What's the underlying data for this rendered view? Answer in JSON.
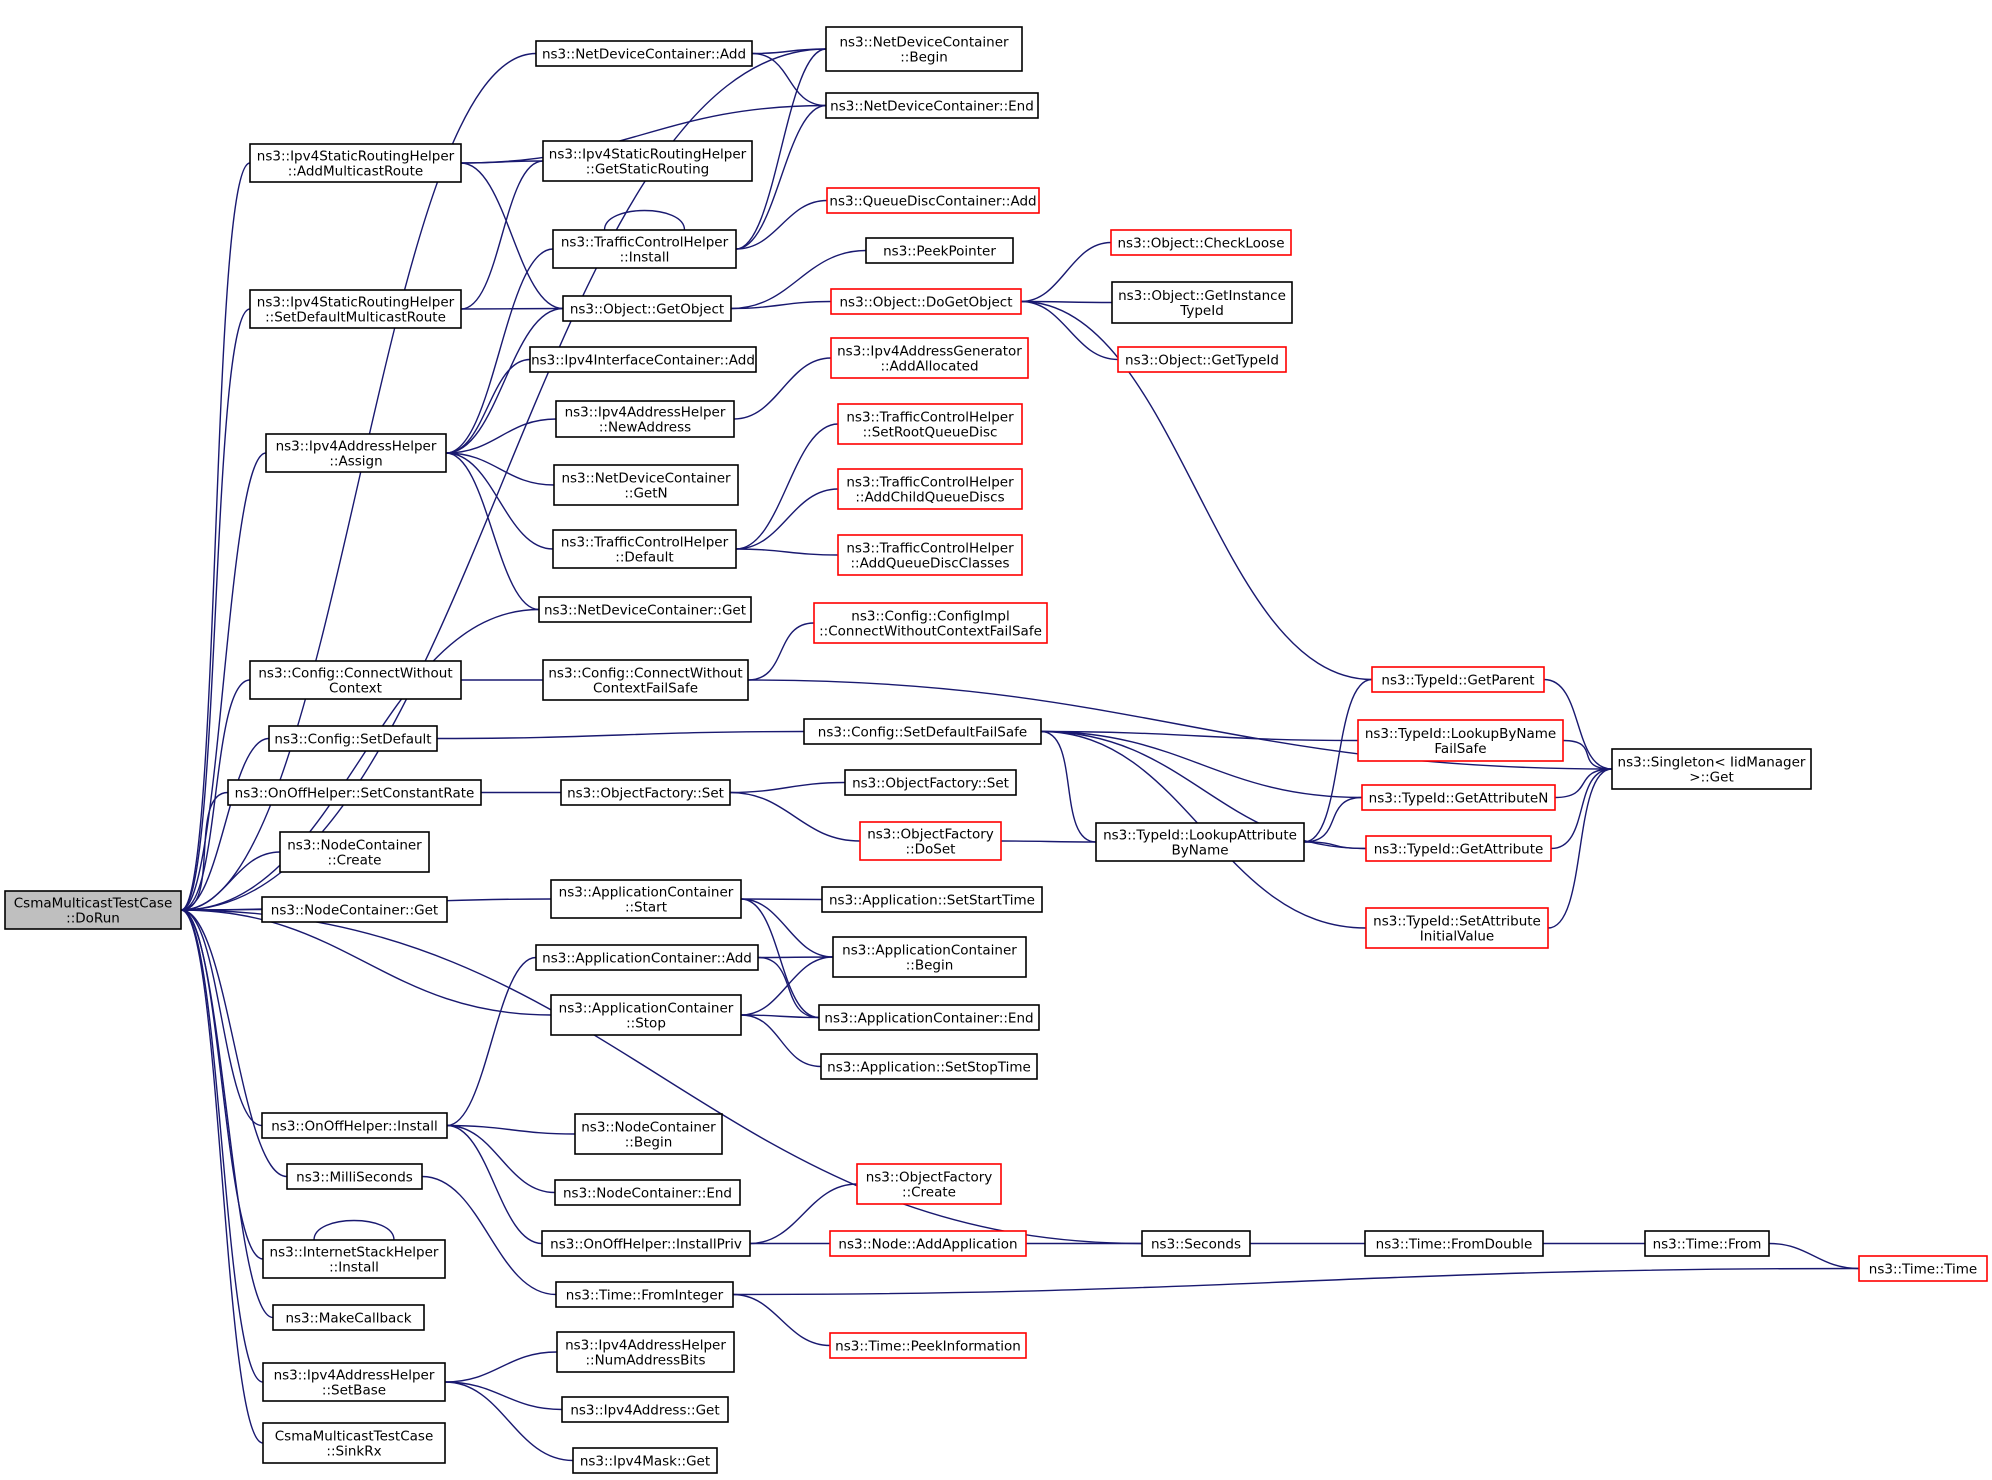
{
  "nodes": {
    "root": {
      "lines": [
        "CsmaMulticastTestCase",
        "::DoRun"
      ],
      "color": "root"
    },
    "ndcAdd": {
      "lines": [
        "ns3::NetDeviceContainer::Add"
      ],
      "color": "black"
    },
    "ndcBegin": {
      "lines": [
        "ns3::NetDeviceContainer",
        "::Begin"
      ],
      "color": "black"
    },
    "ndcEnd": {
      "lines": [
        "ns3::NetDeviceContainer::End"
      ],
      "color": "black"
    },
    "addMcRoute": {
      "lines": [
        "ns3::Ipv4StaticRoutingHelper",
        "::AddMulticastRoute"
      ],
      "color": "black"
    },
    "getStaticRouting": {
      "lines": [
        "ns3::Ipv4StaticRoutingHelper",
        "::GetStaticRouting"
      ],
      "color": "black"
    },
    "qdcAdd": {
      "lines": [
        "ns3::QueueDiscContainer::Add"
      ],
      "color": "red"
    },
    "tchInstall": {
      "lines": [
        "ns3::TrafficControlHelper",
        "::Install"
      ],
      "color": "black"
    },
    "peekPointer": {
      "lines": [
        "ns3::PeekPointer"
      ],
      "color": "black"
    },
    "checkLoose": {
      "lines": [
        "ns3::Object::CheckLoose"
      ],
      "color": "red"
    },
    "setDefMcRoute": {
      "lines": [
        "ns3::Ipv4StaticRoutingHelper",
        "::SetDefaultMulticastRoute"
      ],
      "color": "black"
    },
    "getObject": {
      "lines": [
        "ns3::Object::GetObject"
      ],
      "color": "black"
    },
    "doGetObject": {
      "lines": [
        "ns3::Object::DoGetObject"
      ],
      "color": "red"
    },
    "getInstanceTypeId": {
      "lines": [
        "ns3::Object::GetInstance",
        "TypeId"
      ],
      "color": "black"
    },
    "getTypeId": {
      "lines": [
        "ns3::Object::GetTypeId"
      ],
      "color": "red"
    },
    "ipv4IfcAdd": {
      "lines": [
        "ns3::Ipv4InterfaceContainer::Add"
      ],
      "color": "black"
    },
    "addrGenAlloc": {
      "lines": [
        "ns3::Ipv4AddressGenerator",
        "::AddAllocated"
      ],
      "color": "red"
    },
    "newAddress": {
      "lines": [
        "ns3::Ipv4AddressHelper",
        "::NewAddress"
      ],
      "color": "black"
    },
    "assign": {
      "lines": [
        "ns3::Ipv4AddressHelper",
        "::Assign"
      ],
      "color": "black"
    },
    "setRootQD": {
      "lines": [
        "ns3::TrafficControlHelper",
        "::SetRootQueueDisc"
      ],
      "color": "red"
    },
    "ndcGetN": {
      "lines": [
        "ns3::NetDeviceContainer",
        "::GetN"
      ],
      "color": "black"
    },
    "addChildQD": {
      "lines": [
        "ns3::TrafficControlHelper",
        "::AddChildQueueDiscs"
      ],
      "color": "red"
    },
    "tchDefault": {
      "lines": [
        "ns3::TrafficControlHelper",
        "::Default"
      ],
      "color": "black"
    },
    "addQDClasses": {
      "lines": [
        "ns3::TrafficControlHelper",
        "::AddQueueDiscClasses"
      ],
      "color": "red"
    },
    "ndcGet": {
      "lines": [
        "ns3::NetDeviceContainer::Get"
      ],
      "color": "black"
    },
    "connWOCtxFS_impl": {
      "lines": [
        "ns3::Config::ConfigImpl",
        "::ConnectWithoutContextFailSafe"
      ],
      "color": "red"
    },
    "connWOCtx": {
      "lines": [
        "ns3::Config::ConnectWithout",
        "Context"
      ],
      "color": "black"
    },
    "connWOCtxFS": {
      "lines": [
        "ns3::Config::ConnectWithout",
        "ContextFailSafe"
      ],
      "color": "black"
    },
    "getParent": {
      "lines": [
        "ns3::TypeId::GetParent"
      ],
      "color": "red"
    },
    "setDefault": {
      "lines": [
        "ns3::Config::SetDefault"
      ],
      "color": "black"
    },
    "setDefaultFS": {
      "lines": [
        "ns3::Config::SetDefaultFailSafe"
      ],
      "color": "black"
    },
    "lookupByNameFS": {
      "lines": [
        "ns3::TypeId::LookupByName",
        "FailSafe"
      ],
      "color": "red"
    },
    "singletonGet": {
      "lines": [
        "ns3::Singleton< IidManager",
        " >::Get"
      ],
      "color": "black"
    },
    "setConstRate": {
      "lines": [
        "ns3::OnOffHelper::SetConstantRate"
      ],
      "color": "black"
    },
    "ofSet": {
      "lines": [
        "ns3::ObjectFactory::Set"
      ],
      "color": "black"
    },
    "ofSet2": {
      "lines": [
        "ns3::ObjectFactory::Set"
      ],
      "color": "black"
    },
    "getAttributeN": {
      "lines": [
        "ns3::TypeId::GetAttributeN"
      ],
      "color": "red"
    },
    "ncCreate": {
      "lines": [
        "ns3::NodeContainer",
        "::Create"
      ],
      "color": "black"
    },
    "ofDoSet": {
      "lines": [
        "ns3::ObjectFactory",
        "::DoSet"
      ],
      "color": "red"
    },
    "lookupAttrByName": {
      "lines": [
        "ns3::TypeId::LookupAttribute",
        "ByName"
      ],
      "color": "black"
    },
    "getAttribute": {
      "lines": [
        "ns3::TypeId::GetAttribute"
      ],
      "color": "red"
    },
    "ncGet": {
      "lines": [
        "ns3::NodeContainer::Get"
      ],
      "color": "black"
    },
    "acStart": {
      "lines": [
        "ns3::ApplicationContainer",
        "::Start"
      ],
      "color": "black"
    },
    "appSetStartTime": {
      "lines": [
        "ns3::Application::SetStartTime"
      ],
      "color": "black"
    },
    "setAttrInitVal": {
      "lines": [
        "ns3::TypeId::SetAttribute",
        "InitialValue"
      ],
      "color": "red"
    },
    "acAdd": {
      "lines": [
        "ns3::ApplicationContainer::Add"
      ],
      "color": "black"
    },
    "acBegin": {
      "lines": [
        "ns3::ApplicationContainer",
        "::Begin"
      ],
      "color": "black"
    },
    "acStop": {
      "lines": [
        "ns3::ApplicationContainer",
        "::Stop"
      ],
      "color": "black"
    },
    "acEnd": {
      "lines": [
        "ns3::ApplicationContainer::End"
      ],
      "color": "black"
    },
    "appSetStopTime": {
      "lines": [
        "ns3::Application::SetStopTime"
      ],
      "color": "black"
    },
    "oohInstall": {
      "lines": [
        "ns3::OnOffHelper::Install"
      ],
      "color": "black"
    },
    "ncBegin": {
      "lines": [
        "ns3::NodeContainer",
        "::Begin"
      ],
      "color": "black"
    },
    "milliSeconds": {
      "lines": [
        "ns3::MilliSeconds"
      ],
      "color": "black"
    },
    "ncEnd": {
      "lines": [
        "ns3::NodeContainer::End"
      ],
      "color": "black"
    },
    "ofCreate": {
      "lines": [
        "ns3::ObjectFactory",
        "::Create"
      ],
      "color": "red"
    },
    "ishInstall": {
      "lines": [
        "ns3::InternetStackHelper",
        "::Install"
      ],
      "color": "black"
    },
    "oohInstallPriv": {
      "lines": [
        "ns3::OnOffHelper::InstallPriv"
      ],
      "color": "black"
    },
    "nodeAddApp": {
      "lines": [
        "ns3::Node::AddApplication"
      ],
      "color": "red"
    },
    "seconds": {
      "lines": [
        "ns3::Seconds"
      ],
      "color": "black"
    },
    "timeFromDouble": {
      "lines": [
        "ns3::Time::FromDouble"
      ],
      "color": "black"
    },
    "timeFrom": {
      "lines": [
        "ns3::Time::From"
      ],
      "color": "black"
    },
    "timeTime": {
      "lines": [
        "ns3::Time::Time"
      ],
      "color": "red"
    },
    "makeCallback": {
      "lines": [
        "ns3::MakeCallback"
      ],
      "color": "black"
    },
    "timeFromInteger": {
      "lines": [
        "ns3::Time::FromInteger"
      ],
      "color": "black"
    },
    "timePeekInfo": {
      "lines": [
        "ns3::Time::PeekInformation"
      ],
      "color": "red"
    },
    "numAddrBits": {
      "lines": [
        "ns3::Ipv4AddressHelper",
        "::NumAddressBits"
      ],
      "color": "black"
    },
    "setBase": {
      "lines": [
        "ns3::Ipv4AddressHelper",
        "::SetBase"
      ],
      "color": "black"
    },
    "ipv4AddrGet": {
      "lines": [
        "ns3::Ipv4Address::Get"
      ],
      "color": "black"
    },
    "sinkRx": {
      "lines": [
        "CsmaMulticastTestCase",
        "::SinkRx"
      ],
      "color": "black"
    },
    "ipv4MaskGet": {
      "lines": [
        "ns3::Ipv4Mask::Get"
      ],
      "color": "black"
    }
  },
  "edges": [
    [
      "root",
      "ndcAdd"
    ],
    [
      "root",
      "ndcBegin"
    ],
    [
      "root",
      "addMcRoute"
    ],
    [
      "root",
      "setDefMcRoute"
    ],
    [
      "root",
      "assign"
    ],
    [
      "root",
      "ndcGet"
    ],
    [
      "root",
      "connWOCtx"
    ],
    [
      "root",
      "setDefault"
    ],
    [
      "root",
      "setConstRate"
    ],
    [
      "root",
      "ncCreate"
    ],
    [
      "root",
      "ncGet"
    ],
    [
      "root",
      "acStart"
    ],
    [
      "root",
      "acStop"
    ],
    [
      "root",
      "seconds"
    ],
    [
      "root",
      "oohInstall"
    ],
    [
      "root",
      "milliSeconds"
    ],
    [
      "root",
      "ishInstall"
    ],
    [
      "root",
      "makeCallback"
    ],
    [
      "root",
      "setBase"
    ],
    [
      "root",
      "sinkRx"
    ],
    [
      "ndcAdd",
      "ndcBegin"
    ],
    [
      "ndcAdd",
      "ndcEnd"
    ],
    [
      "addMcRoute",
      "ndcEnd"
    ],
    [
      "addMcRoute",
      "getStaticRouting"
    ],
    [
      "addMcRoute",
      "getObject"
    ],
    [
      "setDefMcRoute",
      "getStaticRouting"
    ],
    [
      "setDefMcRoute",
      "getObject"
    ],
    [
      "tchInstall",
      "tchInstall"
    ],
    [
      "tchInstall",
      "ndcBegin"
    ],
    [
      "tchInstall",
      "ndcEnd"
    ],
    [
      "tchInstall",
      "qdcAdd"
    ],
    [
      "getObject",
      "peekPointer"
    ],
    [
      "getObject",
      "doGetObject"
    ],
    [
      "doGetObject",
      "checkLoose"
    ],
    [
      "doGetObject",
      "getInstanceTypeId"
    ],
    [
      "doGetObject",
      "getTypeId"
    ],
    [
      "doGetObject",
      "getParent"
    ],
    [
      "assign",
      "tchInstall"
    ],
    [
      "assign",
      "getObject"
    ],
    [
      "assign",
      "ipv4IfcAdd"
    ],
    [
      "assign",
      "newAddress"
    ],
    [
      "assign",
      "ndcGetN"
    ],
    [
      "assign",
      "tchDefault"
    ],
    [
      "assign",
      "ndcGet"
    ],
    [
      "newAddress",
      "addrGenAlloc"
    ],
    [
      "tchDefault",
      "setRootQD"
    ],
    [
      "tchDefault",
      "addChildQD"
    ],
    [
      "tchDefault",
      "addQDClasses"
    ],
    [
      "connWOCtx",
      "connWOCtxFS"
    ],
    [
      "connWOCtxFS",
      "connWOCtxFS_impl"
    ],
    [
      "connWOCtxFS",
      "singletonGet"
    ],
    [
      "setDefault",
      "setDefaultFS"
    ],
    [
      "setDefaultFS",
      "lookupByNameFS"
    ],
    [
      "setDefaultFS",
      "getAttributeN"
    ],
    [
      "setDefaultFS",
      "lookupAttrByName"
    ],
    [
      "setDefaultFS",
      "getAttribute"
    ],
    [
      "setDefaultFS",
      "setAttrInitVal"
    ],
    [
      "getParent",
      "singletonGet"
    ],
    [
      "lookupByNameFS",
      "singletonGet"
    ],
    [
      "getAttributeN",
      "singletonGet"
    ],
    [
      "getAttribute",
      "singletonGet"
    ],
    [
      "setAttrInitVal",
      "singletonGet"
    ],
    [
      "setConstRate",
      "ofSet"
    ],
    [
      "ofSet",
      "ofSet2"
    ],
    [
      "ofSet",
      "ofDoSet"
    ],
    [
      "ofDoSet",
      "lookupAttrByName"
    ],
    [
      "lookupAttrByName",
      "getParent"
    ],
    [
      "lookupAttrByName",
      "getAttributeN"
    ],
    [
      "lookupAttrByName",
      "getAttribute"
    ],
    [
      "acStart",
      "appSetStartTime"
    ],
    [
      "acStart",
      "acBegin"
    ],
    [
      "acStart",
      "acEnd"
    ],
    [
      "acAdd",
      "acBegin"
    ],
    [
      "acAdd",
      "acEnd"
    ],
    [
      "acStop",
      "acBegin"
    ],
    [
      "acStop",
      "acEnd"
    ],
    [
      "acStop",
      "appSetStopTime"
    ],
    [
      "oohInstall",
      "acAdd"
    ],
    [
      "oohInstall",
      "ncBegin"
    ],
    [
      "oohInstall",
      "ncEnd"
    ],
    [
      "oohInstall",
      "oohInstallPriv"
    ],
    [
      "milliSeconds",
      "timeFromInteger"
    ],
    [
      "ishInstall",
      "ishInstall"
    ],
    [
      "oohInstallPriv",
      "ofCreate"
    ],
    [
      "oohInstallPriv",
      "nodeAddApp"
    ],
    [
      "nodeAddApp",
      "seconds"
    ],
    [
      "seconds",
      "timeFromDouble"
    ],
    [
      "timeFromDouble",
      "timeFrom"
    ],
    [
      "timeFrom",
      "timeTime"
    ],
    [
      "timeFromInteger",
      "timeTime"
    ],
    [
      "timeFromInteger",
      "timePeekInfo"
    ],
    [
      "setBase",
      "numAddrBits"
    ],
    [
      "setBase",
      "ipv4AddrGet"
    ],
    [
      "setBase",
      "ipv4MaskGet"
    ]
  ],
  "colors": {
    "edge": "#191970",
    "black_border": "#000000",
    "red_border": "#ff0000",
    "root_fill": "#bfbfbf"
  }
}
